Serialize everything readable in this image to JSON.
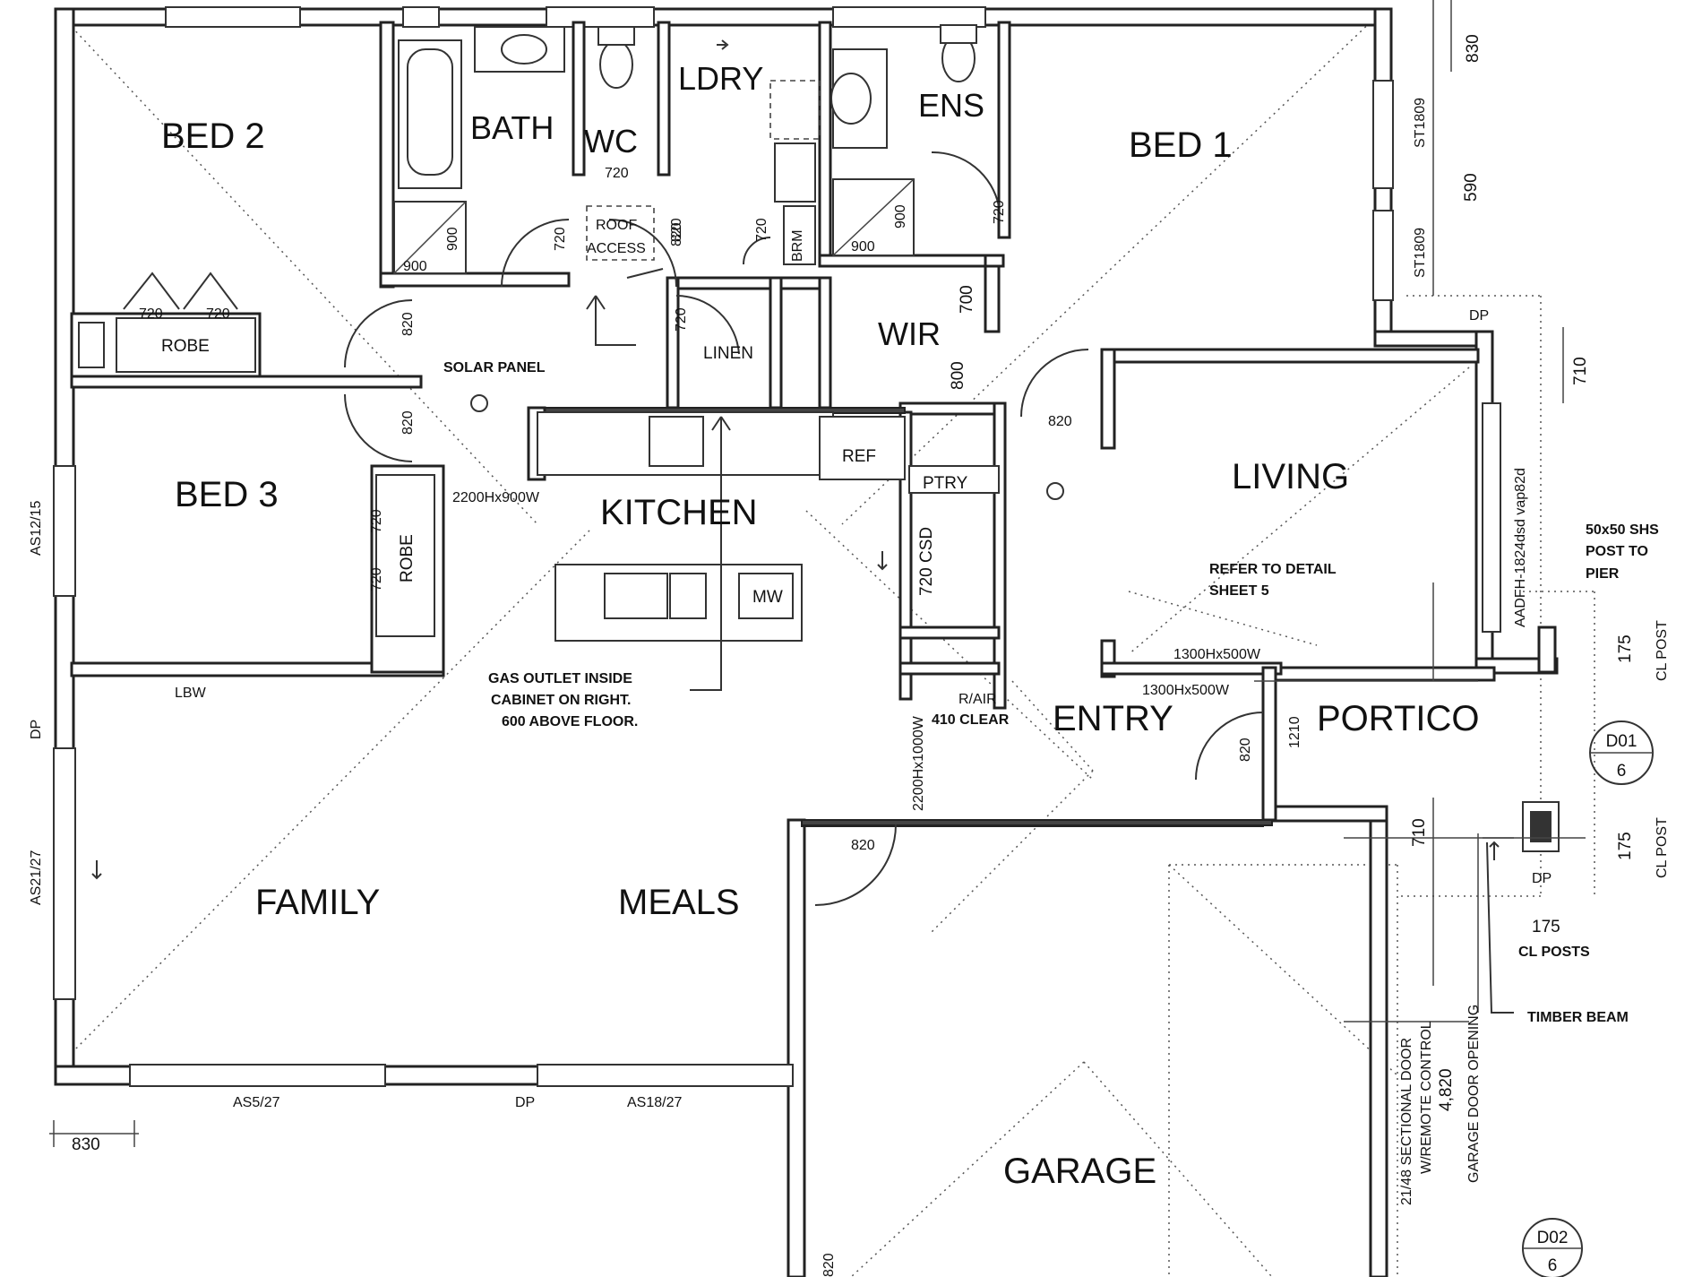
{
  "rooms": {
    "bed2": "BED 2",
    "bath": "BATH",
    "wc": "WC",
    "ldry": "LDRY",
    "ens": "ENS",
    "bed1": "BED 1",
    "wir": "WIR",
    "linen": "LINEN",
    "robe": "ROBE",
    "bed3": "BED 3",
    "kitchen": "KITCHEN",
    "ref": "REF",
    "ptry": "PTRY",
    "mw": "MW",
    "living": "LIVING",
    "family": "FAMILY",
    "meals": "MEALS",
    "entry": "ENTRY",
    "portico": "PORTICO",
    "garage": "GARAGE",
    "brm": "BRM",
    "csd": "720 CSD"
  },
  "dims": {
    "d830_top": "830",
    "d590": "590",
    "d710_right": "710",
    "d710_lower": "710",
    "d830_bottom": "830",
    "d175_a": "175",
    "d175_b": "175",
    "d175_c": "175",
    "d720_wc": "720",
    "d720_door": "720",
    "d820_door": "820",
    "d720_robe_a": "720",
    "d720_robe_b": "720",
    "d900_a": "900",
    "d900_b": "900",
    "d900_c": "900",
    "d900_d": "900",
    "d820_bed2": "820",
    "d820_bed3": "820",
    "d720_linen": "720",
    "d720_ens": "720",
    "d700_wir": "700",
    "d800_wir": "800",
    "d820_entry": "820",
    "d820_front": "820",
    "d1210": "1210",
    "d820_meals": "820",
    "d720_bed3_a": "720",
    "d720_bed3_b": "720",
    "d820_garage": "820",
    "d820_ldry": "820",
    "d720_brm": "720",
    "d4820": "4,820"
  },
  "windows": {
    "st1809_a": "ST1809",
    "st1809_b": "ST1809",
    "as1215": "AS12/15",
    "as2127": "AS21/27",
    "as527": "AS5/27",
    "as1827": "AS18/27",
    "dp_left": "DP",
    "dp_bottom": "DP",
    "dp_portico": "DP",
    "dp_post": "DP",
    "aadfh": "AADFH-1824dsd vap82d",
    "kitchen_window": "2200Hx900W",
    "ra_window": "2200Hx1000W",
    "living_window_a": "1300Hx500W",
    "living_window_b": "1300Hx500W"
  },
  "notes": {
    "roof_access_1": "ROOF",
    "roof_access_2": "ACCESS",
    "solar_panel": "SOLAR PANEL",
    "lbw": "LBW",
    "gas_1": "GAS OUTLET INSIDE",
    "gas_2": "CABINET ON RIGHT.",
    "gas_3": "600 ABOVE FLOOR.",
    "rair_1": "R/AIR",
    "rair_2": "410 CLEAR",
    "refer_1": "REFER TO DETAIL",
    "refer_2": "SHEET 5",
    "shs_1": "50x50 SHS",
    "shs_2": "POST TO",
    "shs_3": "PIER",
    "cl_post_a": "CL POST",
    "cl_post_b": "CL POST",
    "cl_posts": "CL POSTS",
    "timber_beam": "TIMBER BEAM",
    "garage_door_1": "21/48 SECTIONAL DOOR",
    "garage_door_2": "W/REMOTE CONTROL",
    "garage_opening": "GARAGE DOOR OPENING"
  },
  "callouts": {
    "d01_top": "D01",
    "d01_bottom": "6",
    "d02_top": "D02",
    "d02_bottom": "6"
  }
}
